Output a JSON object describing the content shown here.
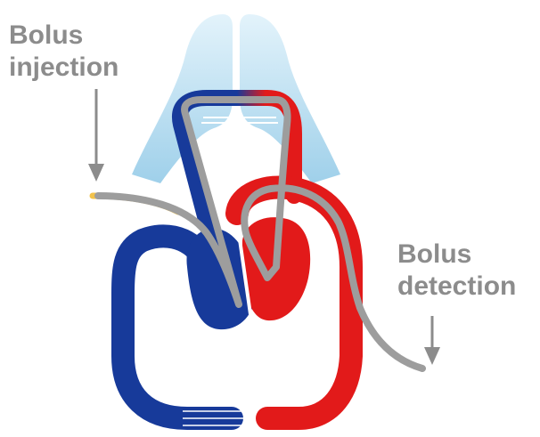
{
  "labels": {
    "injection": [
      "Bolus",
      "injection"
    ],
    "detection": [
      "Bolus",
      "detection"
    ]
  },
  "colors": {
    "label": "#8c8c8c",
    "venous": "#173a9a",
    "arterial": "#e21a1a",
    "lung": "#a9d6ee",
    "catheter": "#9d9d9d",
    "injection_tip": "#f2c24a"
  }
}
